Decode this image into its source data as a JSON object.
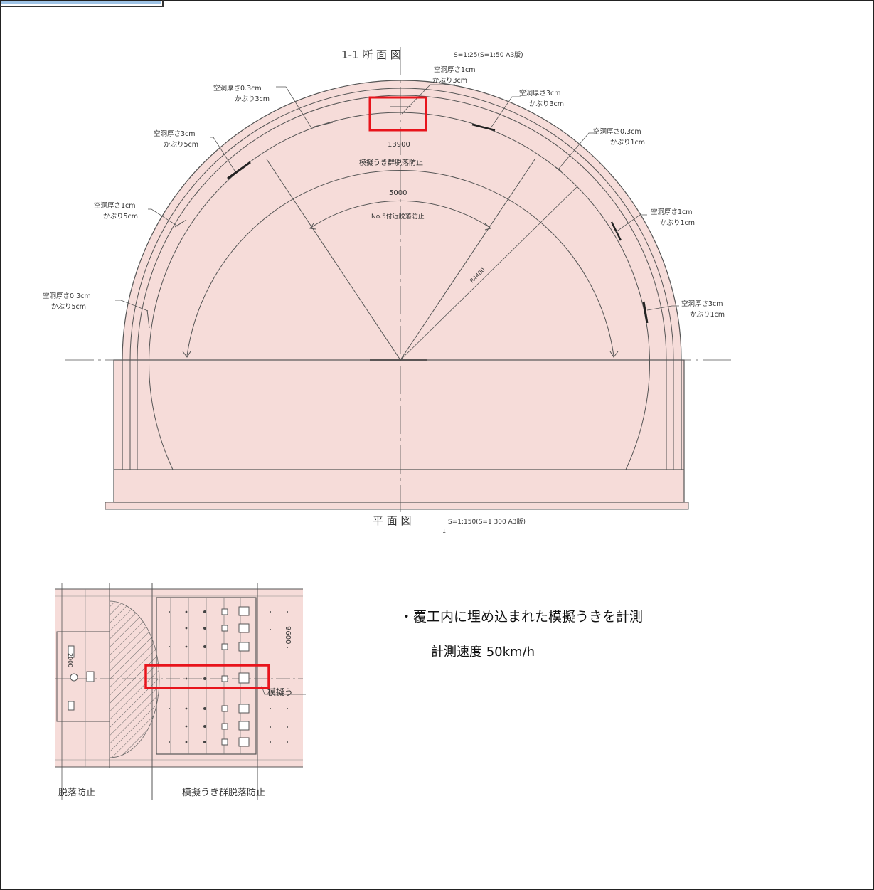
{
  "section": {
    "title": "1-1 断 面 図",
    "scale": "S=1:25(S=1:50 A3版)",
    "dim_outer": "13900",
    "dim_outer_label": "模擬うき群脱落防止",
    "dim_inner": "5000",
    "dim_inner_label": "No.5付近脱落防止",
    "radius": "R4400",
    "annotations": [
      {
        "l1": "空洞厚さ1cm",
        "l2": "かぶり3cm"
      },
      {
        "l1": "空洞厚さ0.3cm",
        "l2": "かぶり3cm"
      },
      {
        "l1": "空洞厚さ3cm",
        "l2": "かぶり3cm"
      },
      {
        "l1": "空洞厚さ3cm",
        "l2": "かぶり5cm"
      },
      {
        "l1": "空洞厚さ0.3cm",
        "l2": "かぶり1cm"
      },
      {
        "l1": "空洞厚さ1cm",
        "l2": "かぶり5cm"
      },
      {
        "l1": "空洞厚さ1cm",
        "l2": "かぶり1cm"
      },
      {
        "l1": "空洞厚さ0.3cm",
        "l2": "かぶり5cm"
      },
      {
        "l1": "空洞厚さ3cm",
        "l2": "かぶり1cm"
      }
    ]
  },
  "plan": {
    "title": "平 面 図",
    "scale": "S=1:150(S=1 300 A3版)",
    "vertical_dim": "9600",
    "inner_label": "模擬う",
    "left_label": "脱落防止",
    "right_label": "模擬うき群脱落防止",
    "small_dim": "2000"
  },
  "notes": {
    "bullet": "・覆工内に埋め込まれた模擬うきを計測",
    "speed": "計測速度 50km/h"
  },
  "colors": {
    "fill": "#f6dcd9",
    "line": "#555555",
    "highlight": "#e8141c"
  }
}
